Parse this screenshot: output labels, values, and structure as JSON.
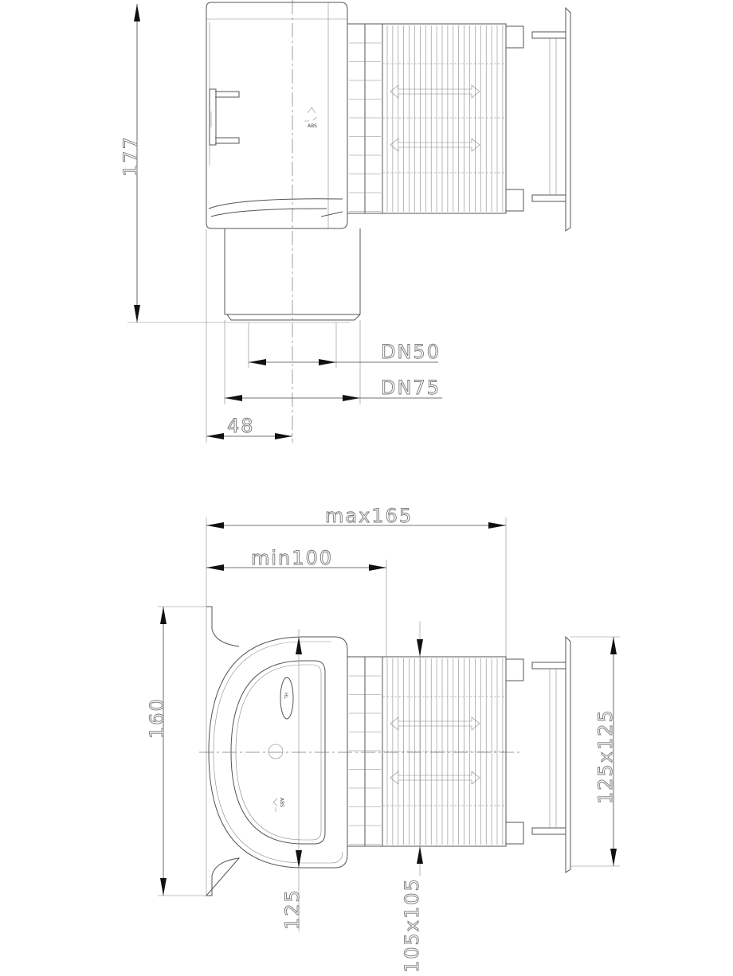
{
  "drawing": {
    "side_view": {
      "height_label": "177",
      "outlet_inner_label": "DN50",
      "outlet_outer_label": "DN75",
      "offset_label": "48",
      "material_mark": "ABS"
    },
    "top_view": {
      "max_length_label": "max165",
      "min_length_label": "min100",
      "flange_label": "160",
      "cover_label": "125x125",
      "body_label": "125",
      "extension_label": "105x105",
      "material_mark": "ABS",
      "logo_mark": "HL"
    },
    "line_color": "#555555",
    "dimension_text_color": "#777777"
  }
}
